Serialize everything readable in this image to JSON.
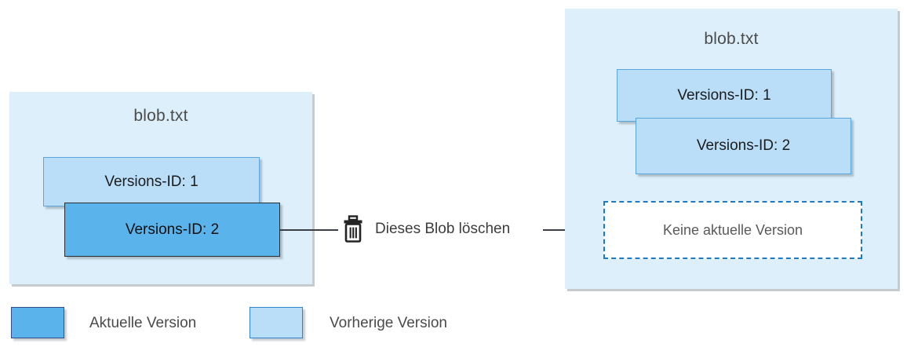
{
  "diagram": {
    "left_panel": {
      "title": "blob.txt",
      "versions": [
        {
          "label": "Versions-ID: 1",
          "state": "previous"
        },
        {
          "label": "Versions-ID: 2",
          "state": "current"
        }
      ]
    },
    "right_panel": {
      "title": "blob.txt",
      "versions": [
        {
          "label": "Versions-ID: 1",
          "state": "previous"
        },
        {
          "label": "Versions-ID: 2",
          "state": "previous"
        }
      ],
      "placeholder": "Keine aktuelle Version"
    },
    "action": {
      "label": "Dieses Blob löschen",
      "icon": "trash-icon"
    },
    "legend": [
      {
        "label": "Aktuelle Version",
        "color": "#5bb3ec"
      },
      {
        "label": "Vorherige Version",
        "color": "#bbdef8"
      }
    ]
  },
  "colors": {
    "panel_background": "#ddeffa",
    "current_version": "#5bb3ec",
    "previous_version": "#bbdef8",
    "dashed_border": "#1f7ac4",
    "connector": "#3b3f45",
    "text": "#4a4a4a"
  }
}
